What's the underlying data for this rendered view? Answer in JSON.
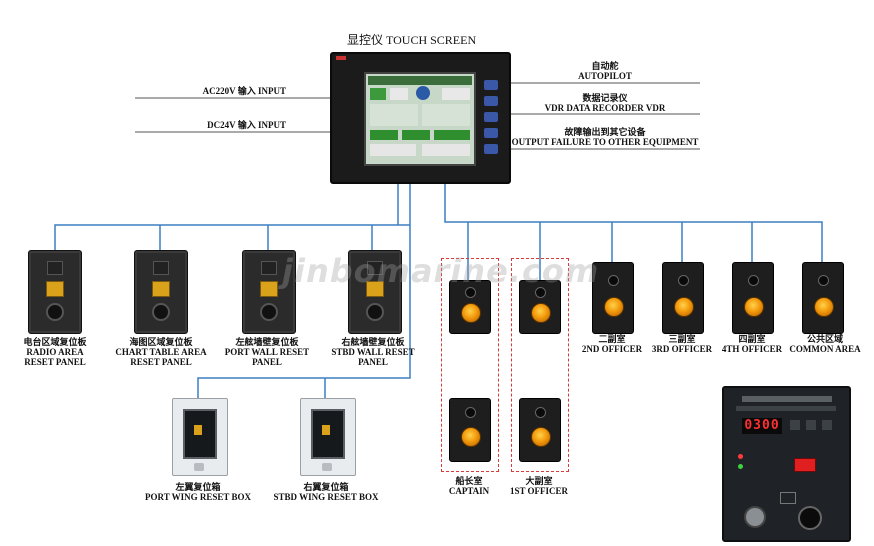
{
  "title": "显控仪  TOUCH SCREEN",
  "inputs": [
    {
      "cn": "AC220V   输入  INPUT"
    },
    {
      "cn": "DC24V   输入  INPUT"
    }
  ],
  "outputs": [
    {
      "cn": "自动舵",
      "en": "AUTOPILOT"
    },
    {
      "cn": "数据记录仪",
      "en": "VDR   DATA RECORDER VDR"
    },
    {
      "cn": "故障输出到其它设备",
      "en": "OUTPUT FAILURE TO OTHER EQUIPMENT"
    }
  ],
  "reset_panels": [
    {
      "cn": "电台区域复位板",
      "en1": "RADIO AREA",
      "en2": "RESET PANEL"
    },
    {
      "cn": "海图区域复位板",
      "en1": "CHART TABLE AREA",
      "en2": "RESET PANEL"
    },
    {
      "cn": "左舷墙壁复位板",
      "en1": "PORT WALL RESET",
      "en2": "PANEL"
    },
    {
      "cn": "右舷墙壁复位板",
      "en1": "STBD WALL RESET",
      "en2": "PANEL"
    }
  ],
  "wing_boxes": [
    {
      "cn": "左翼复位箱",
      "en": "PORT WING RESET BOX"
    },
    {
      "cn": "右翼复位箱",
      "en": "STBD WING RESET BOX"
    }
  ],
  "cabins": [
    {
      "cn": "船长室",
      "en": "CAPTAIN"
    },
    {
      "cn": "大副室",
      "en": "1ST OFFICER"
    },
    {
      "cn": "二副室",
      "en": "2ND OFFICER"
    },
    {
      "cn": "三副室",
      "en": "3RD OFFICER"
    },
    {
      "cn": "四副室",
      "en": "4TH OFFICER"
    },
    {
      "cn": "公共区域",
      "en": "COMMON AREA"
    }
  ],
  "controller": {
    "display": "0300"
  },
  "watermark": "jinbomarine.com",
  "colors": {
    "line": "#3b7fc4",
    "dash": "#d93a3a",
    "orb": "#f39a0c"
  }
}
